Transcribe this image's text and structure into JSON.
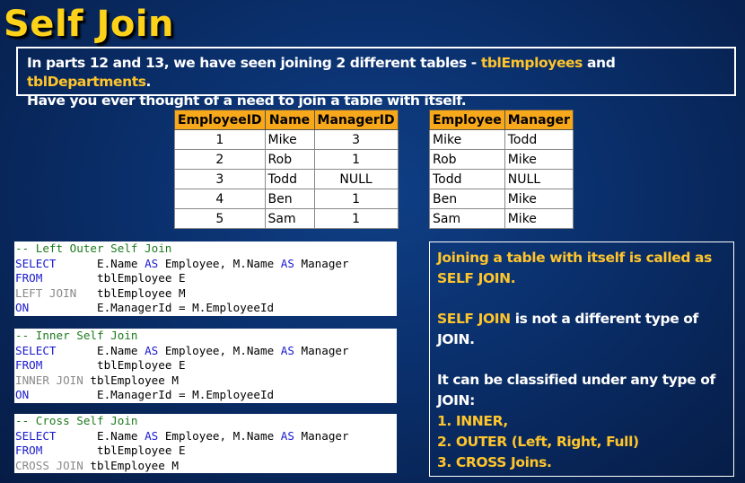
{
  "title": "Self Join",
  "intro": {
    "text1": "In parts 12 and 13, we have seen joining 2 different tables - ",
    "table1": "tblEmployees",
    "text2": " and ",
    "table2": "tblDepartments",
    "text3": ".",
    "line2": "Have you ever thought of a need to join a table with itself."
  },
  "employee_table": {
    "headers": [
      "EmployeeID",
      "Name",
      "ManagerID"
    ],
    "rows": [
      [
        "1",
        "Mike",
        "3"
      ],
      [
        "2",
        "Rob",
        "1"
      ],
      [
        "3",
        "Todd",
        "NULL"
      ],
      [
        "4",
        "Ben",
        "1"
      ],
      [
        "5",
        "Sam",
        "1"
      ]
    ]
  },
  "result_table": {
    "headers": [
      "Employee",
      "Manager"
    ],
    "rows": [
      [
        "Mike",
        "Todd"
      ],
      [
        "Rob",
        "Mike"
      ],
      [
        "Todd",
        "NULL"
      ],
      [
        "Ben",
        "Mike"
      ],
      [
        "Sam",
        "Mike"
      ]
    ]
  },
  "code_left": {
    "comment": "-- Left Outer Self Join",
    "select": "SELECT",
    "select_a": "E.Name ",
    "as1": "AS",
    "select_b": " Employee, M.Name ",
    "as2": "AS",
    "select_c": " Manager",
    "from": "FROM",
    "from_val": "tblEmployee E",
    "join": "LEFT JOIN",
    "join_val": "tblEmployee M",
    "on": "ON",
    "on_val": "E.ManagerId = M.EmployeeId"
  },
  "code_inner": {
    "comment": "-- Inner Self Join",
    "select": "SELECT",
    "select_a": "E.Name ",
    "as1": "AS",
    "select_b": " Employee, M.Name ",
    "as2": "AS",
    "select_c": " Manager",
    "from": "FROM",
    "from_val": "tblEmployee E",
    "join": "INNER JOIN",
    "join_val": "tblEmployee M",
    "on": "ON",
    "on_val": "E.ManagerId = M.EmployeeId"
  },
  "code_cross": {
    "comment": "-- Cross Self Join",
    "select": "SELECT",
    "select_a": "E.Name ",
    "as1": "AS",
    "select_b": " Employee, M.Name ",
    "as2": "AS",
    "select_c": " Manager",
    "from": "FROM",
    "from_val": "tblEmployee E",
    "join": "CROSS JOIN",
    "join_val": "tblEmployee M"
  },
  "note": {
    "p1": "Joining a table with itself is called as SELF JOIN.",
    "p2_term": "SELF JOIN",
    "p2_rest": " is not a different type of JOIN.",
    "p3": "It can be classified under any type of JOIN:",
    "items": [
      "1. INNER,",
      "2. OUTER (Left, Right, Full)",
      "3. CROSS Joins."
    ]
  },
  "colors": {
    "title": "#ffd21a",
    "highlight": "#ffc52b",
    "header_fill": "#f7a81b",
    "background": "#0a2f6b"
  }
}
